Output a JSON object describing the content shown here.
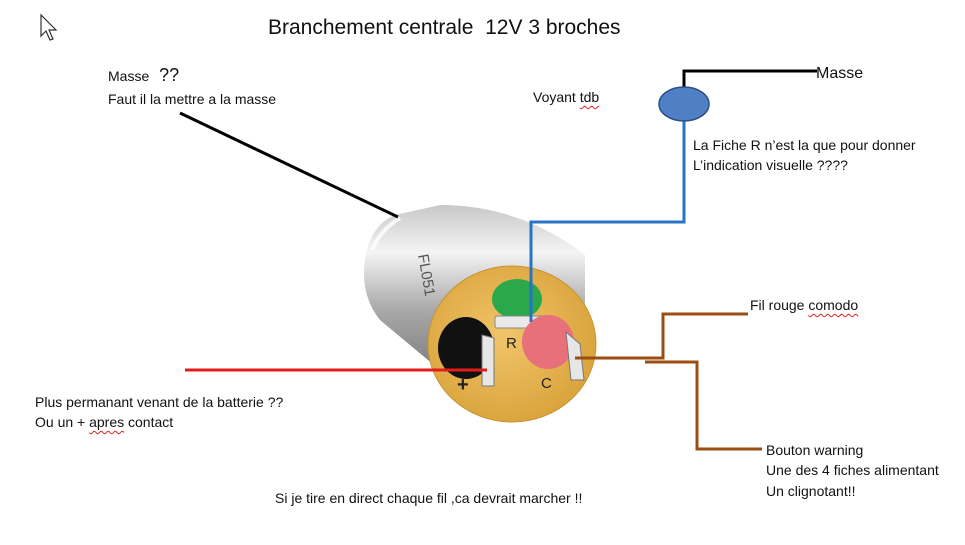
{
  "title": "Branchement centrale  12V 3 broches",
  "labels": {
    "masse_top_left": {
      "word": "Masse",
      "marks": "??"
    },
    "masse_question": "Faut il la mettre a la masse",
    "voyant": {
      "text": "Voyant",
      "underlined": "tdb"
    },
    "masse_right": "Masse",
    "fiche_r_line1": "La Fiche R n’est la que pour donner",
    "fiche_r_line2": "L’indication visuelle ????",
    "fil_rouge": {
      "text": "Fil rouge",
      "underlined": "comodo"
    },
    "plus_line1": "Plus permanant venant de la batterie ??",
    "plus_line2": {
      "prefix": "Ou un + ",
      "underlined": "apres",
      "suffix": " contact"
    },
    "bouton_line1": "Bouton warning",
    "bouton_line2": "Une des 4 fiches alimentant",
    "bouton_line3": "Un clignotant!!",
    "bottom_note": "Si je tire en direct chaque fil ,ca devrait marcher !!"
  },
  "relay_markings": {
    "pin_r": "R",
    "pin_c": "C",
    "pin_plus": "+",
    "side_text": "FL051"
  },
  "colors": {
    "wire_black": "#000000",
    "wire_blue": "#2a73c4",
    "wire_red": "#e21b1b",
    "wire_brown": "#9a4e12",
    "lamp_fill": "#4f7fc4",
    "relay_face": "#e6b24a",
    "pin_green": "#2aa84a",
    "pin_pink": "#e8707a"
  },
  "icons": {
    "cursor": "mouse-pointer-icon"
  }
}
